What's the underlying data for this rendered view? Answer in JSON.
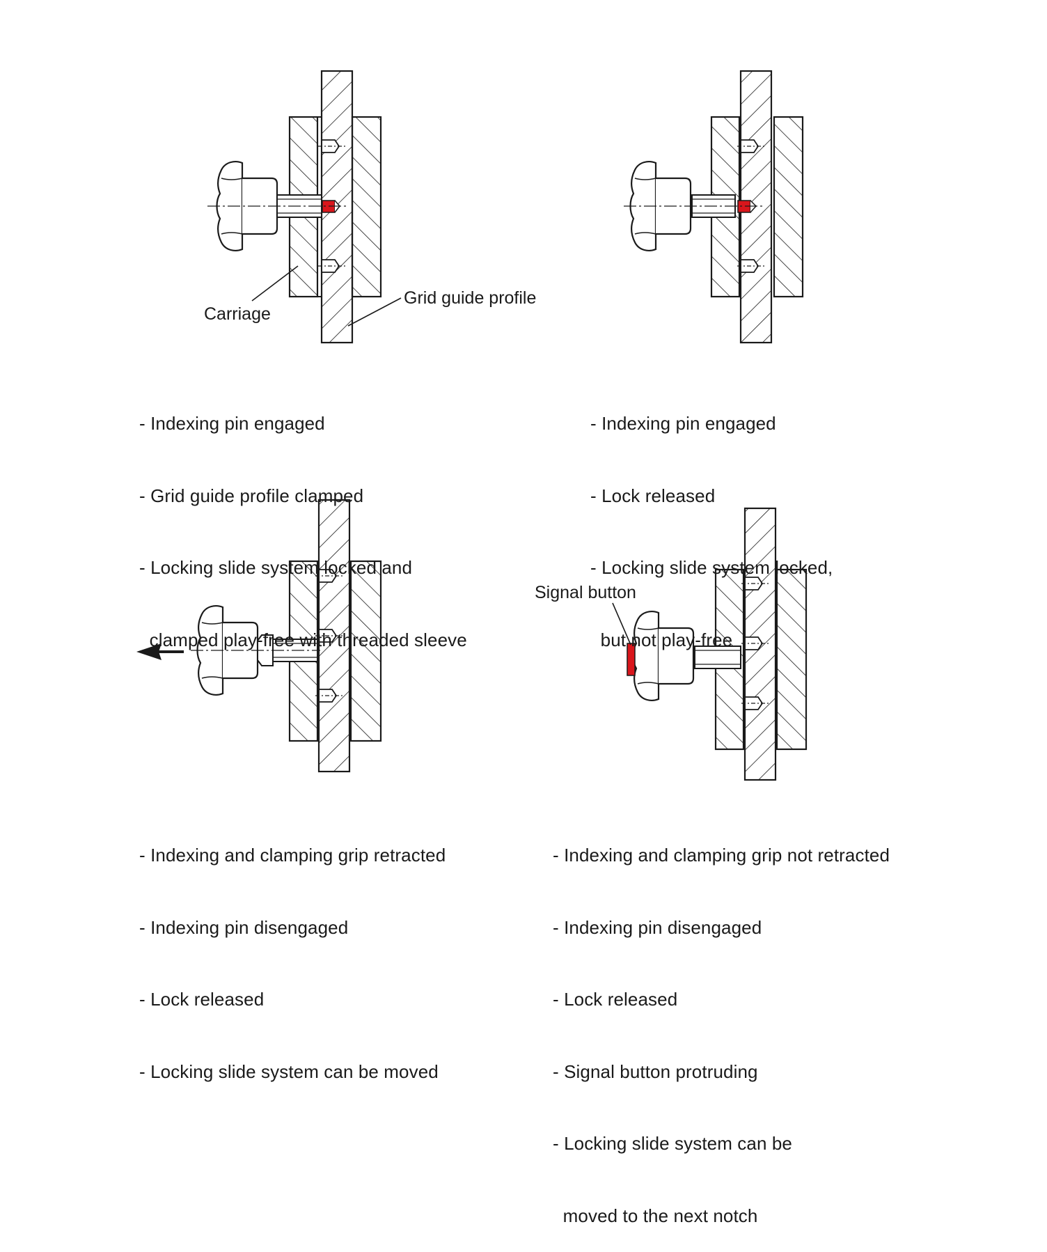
{
  "colors": {
    "line": "#1a1a1a",
    "highlight": "#d9161c",
    "background": "#ffffff"
  },
  "panels": [
    {
      "id": "p1",
      "labels": {
        "carriage": "Carriage",
        "grid_profile": "Grid guide profile"
      },
      "caption": [
        "- Indexing pin engaged",
        "- Grid guide profile clamped",
        "- Locking slide system locked and",
        "  clamped play-free with threaded sleeve"
      ]
    },
    {
      "id": "p2",
      "caption": [
        "- Indexing pin engaged",
        "- Lock released",
        "- Locking slide system locked,",
        "  but not play-free"
      ]
    },
    {
      "id": "p3",
      "caption": [
        "- Indexing and clamping grip retracted",
        "- Indexing pin disengaged",
        "- Lock released",
        "- Locking slide system can be moved"
      ]
    },
    {
      "id": "p4",
      "labels": {
        "signal_button": "Signal button"
      },
      "caption": [
        "- Indexing and clamping grip not retracted",
        "- Indexing pin disengaged",
        "- Lock released",
        "- Signal button protruding",
        "- Locking slide system can be",
        "  moved to the next notch"
      ]
    }
  ]
}
